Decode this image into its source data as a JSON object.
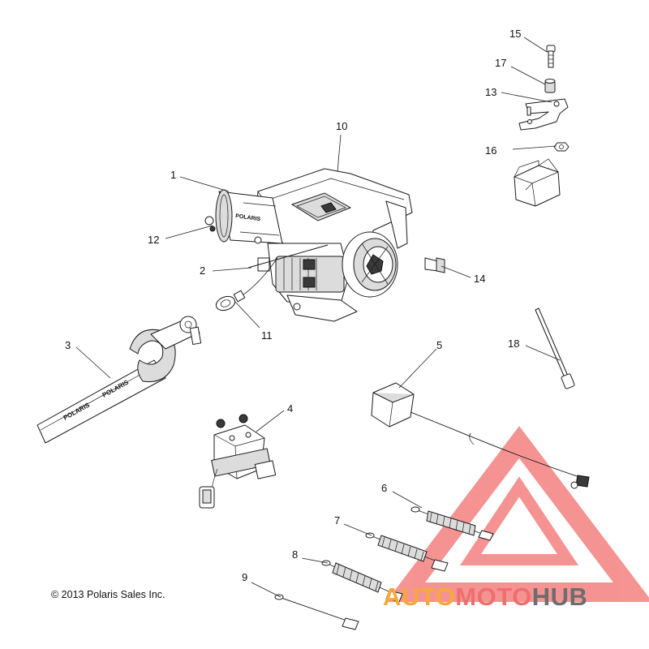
{
  "diagram": {
    "callouts": [
      {
        "id": "c1",
        "label": "1"
      },
      {
        "id": "c2",
        "label": "2"
      },
      {
        "id": "c3",
        "label": "3"
      },
      {
        "id": "c4",
        "label": "4"
      },
      {
        "id": "c5",
        "label": "5"
      },
      {
        "id": "c6",
        "label": "6"
      },
      {
        "id": "c7",
        "label": "7"
      },
      {
        "id": "c8",
        "label": "8"
      },
      {
        "id": "c9",
        "label": "9"
      },
      {
        "id": "c10",
        "label": "10"
      },
      {
        "id": "c11",
        "label": "11"
      },
      {
        "id": "c12",
        "label": "12"
      },
      {
        "id": "c13",
        "label": "13"
      },
      {
        "id": "c14",
        "label": "14"
      },
      {
        "id": "c15",
        "label": "15"
      },
      {
        "id": "c16",
        "label": "16"
      },
      {
        "id": "c17",
        "label": "17"
      },
      {
        "id": "c18",
        "label": "18"
      }
    ],
    "strap_brand": "POLARIS",
    "motor_brand": "POLARIS",
    "copyright": "© 2013 Polaris Sales Inc."
  },
  "watermark": {
    "part1": "AUTO",
    "part2": "MOTO",
    "part3": "HUB",
    "colors": {
      "auto": "#f4a93a",
      "moto": "#ef6f6f",
      "hub": "#6d6d6d",
      "triangle": "#ee3b3b"
    }
  }
}
